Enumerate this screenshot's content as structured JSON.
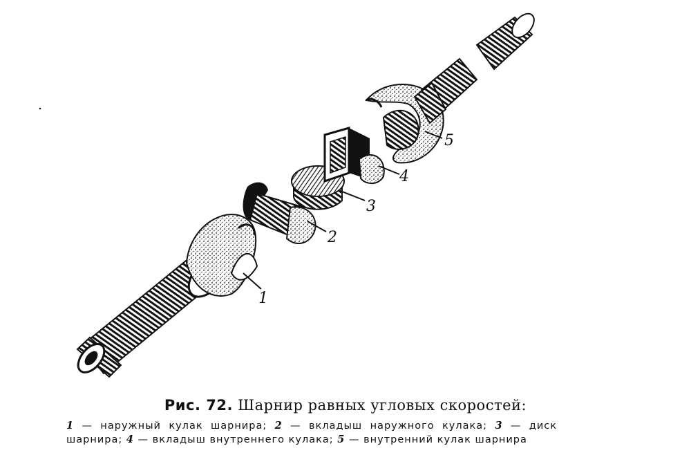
{
  "figure": {
    "callouts": [
      {
        "id": "1",
        "label": "1"
      },
      {
        "id": "2",
        "label": "2"
      },
      {
        "id": "3",
        "label": "3"
      },
      {
        "id": "4",
        "label": "4"
      },
      {
        "id": "5",
        "label": "5"
      }
    ]
  },
  "caption": {
    "fig_number": "Рис. 72.",
    "title": "Шарнир равных угловых скоростей:",
    "legend": [
      {
        "num": "1",
        "text": "— наружный кулак шарнира;"
      },
      {
        "num": "2",
        "text": "— вкладыш наружного кулака;"
      },
      {
        "num": "3",
        "text": "— диск шарнира;"
      },
      {
        "num": "4",
        "text": "— вкладыш внутреннего кулака;"
      },
      {
        "num": "5",
        "text": "— внутренний кулак шарнира"
      }
    ]
  },
  "colors": {
    "ink": "#111111",
    "paper": "#ffffff"
  }
}
